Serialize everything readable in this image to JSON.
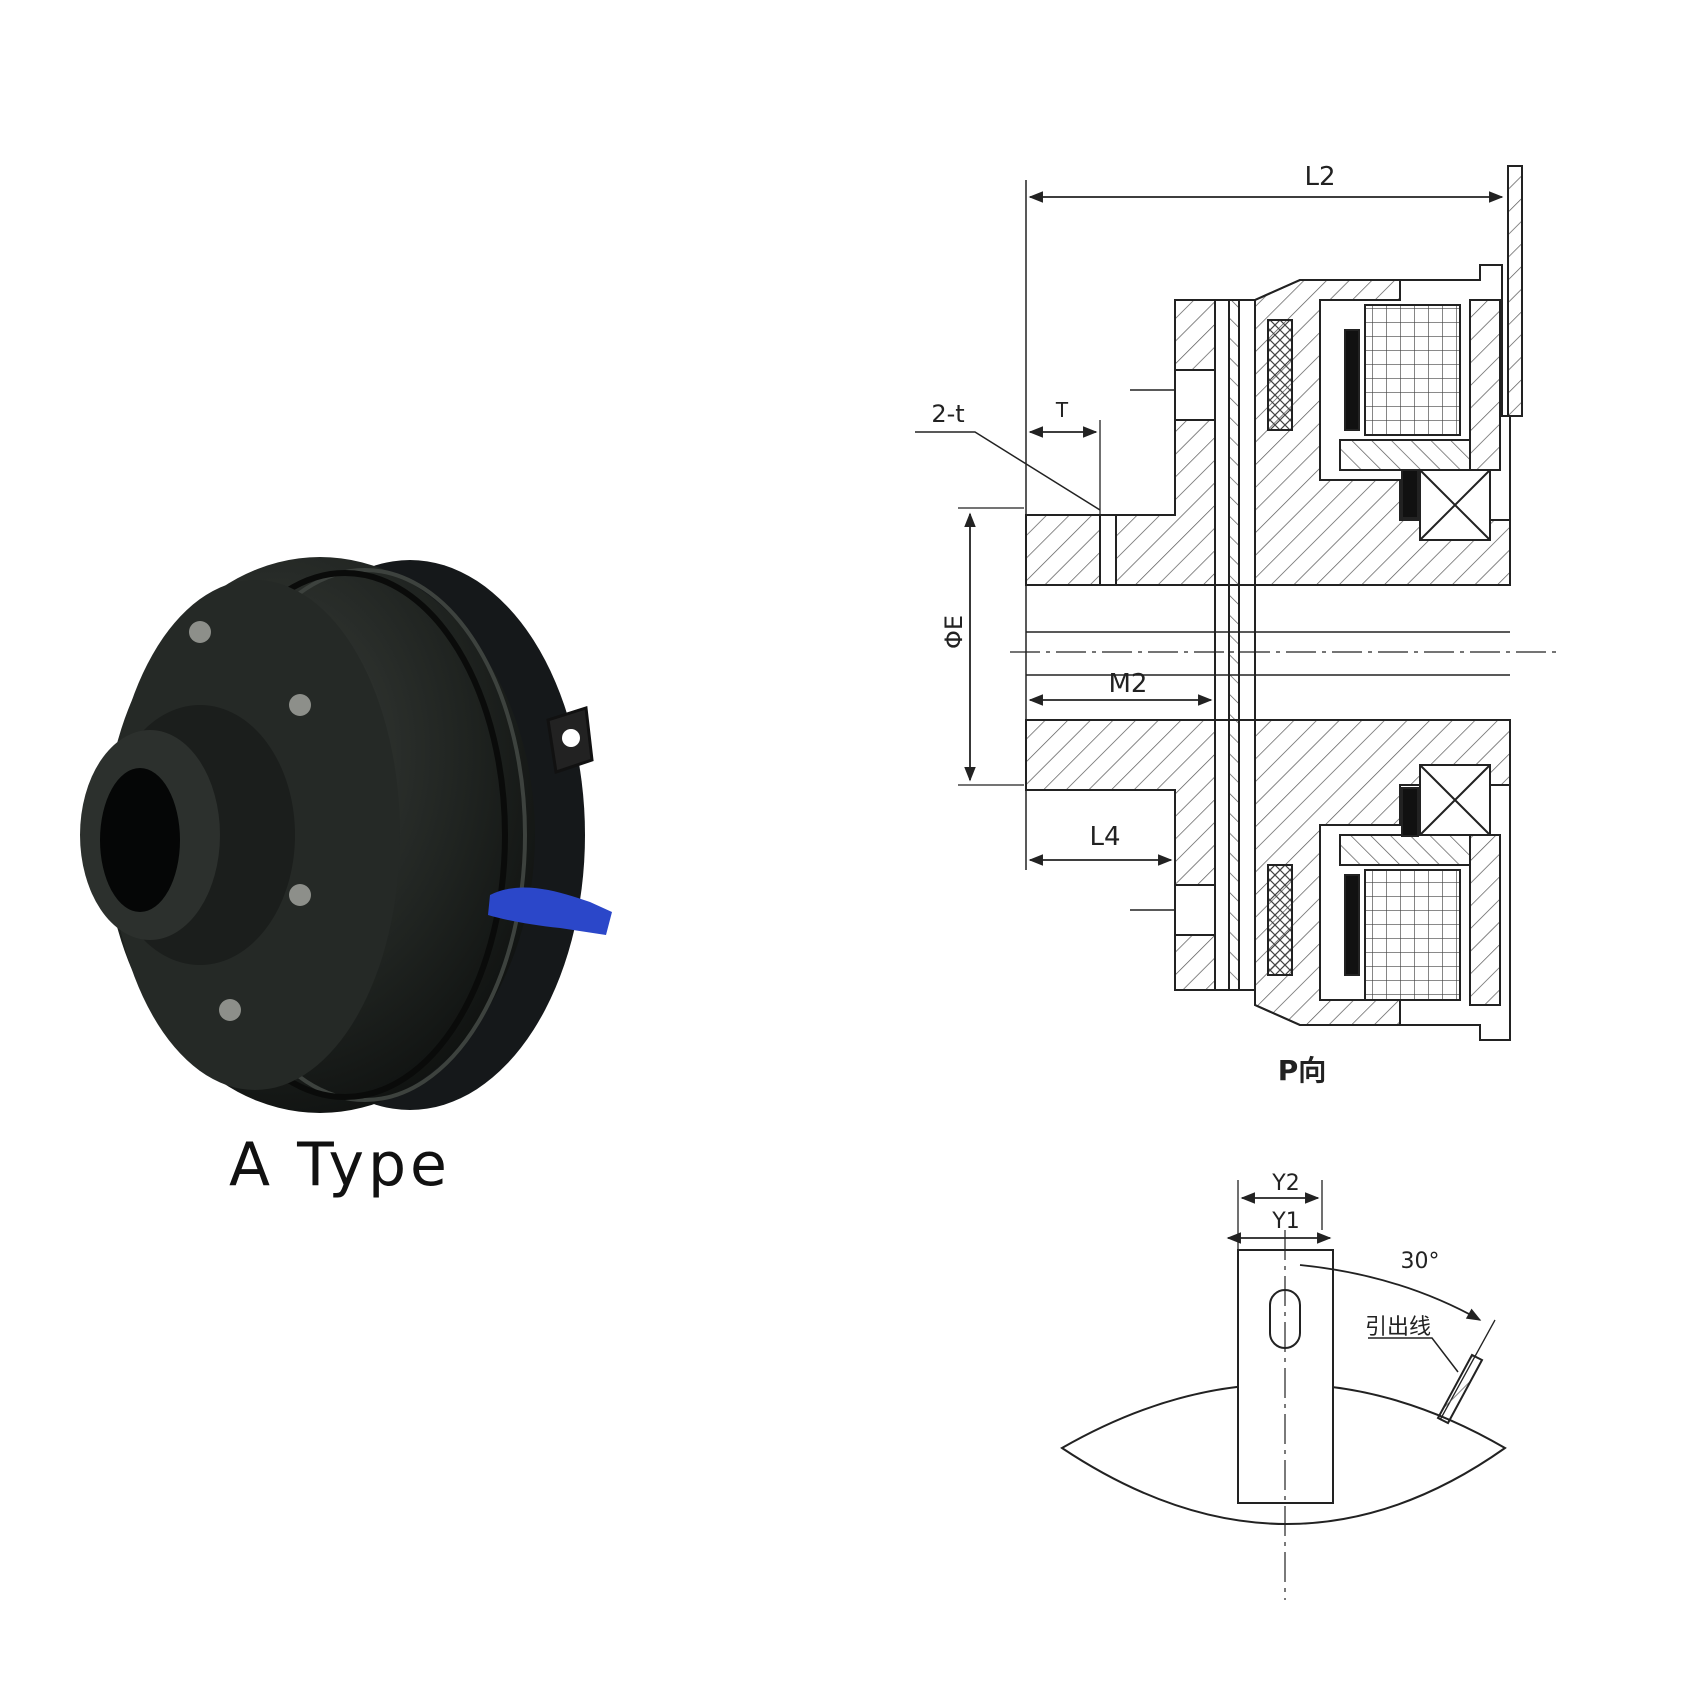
{
  "product_photo": {
    "caption": "A Type",
    "wire_color": "#2b47c9",
    "body_color": "#1c1f1d"
  },
  "section_view": {
    "labels": {
      "l2": "L2",
      "t": "T",
      "two_t": "2-t",
      "phi_e": "ΦE",
      "m2": "M2",
      "l4": "L4",
      "view_label": "P向"
    }
  },
  "p_view": {
    "labels": {
      "y2": "Y2",
      "y1": "Y1",
      "angle": "30°",
      "lead_wire": "引出线"
    }
  }
}
